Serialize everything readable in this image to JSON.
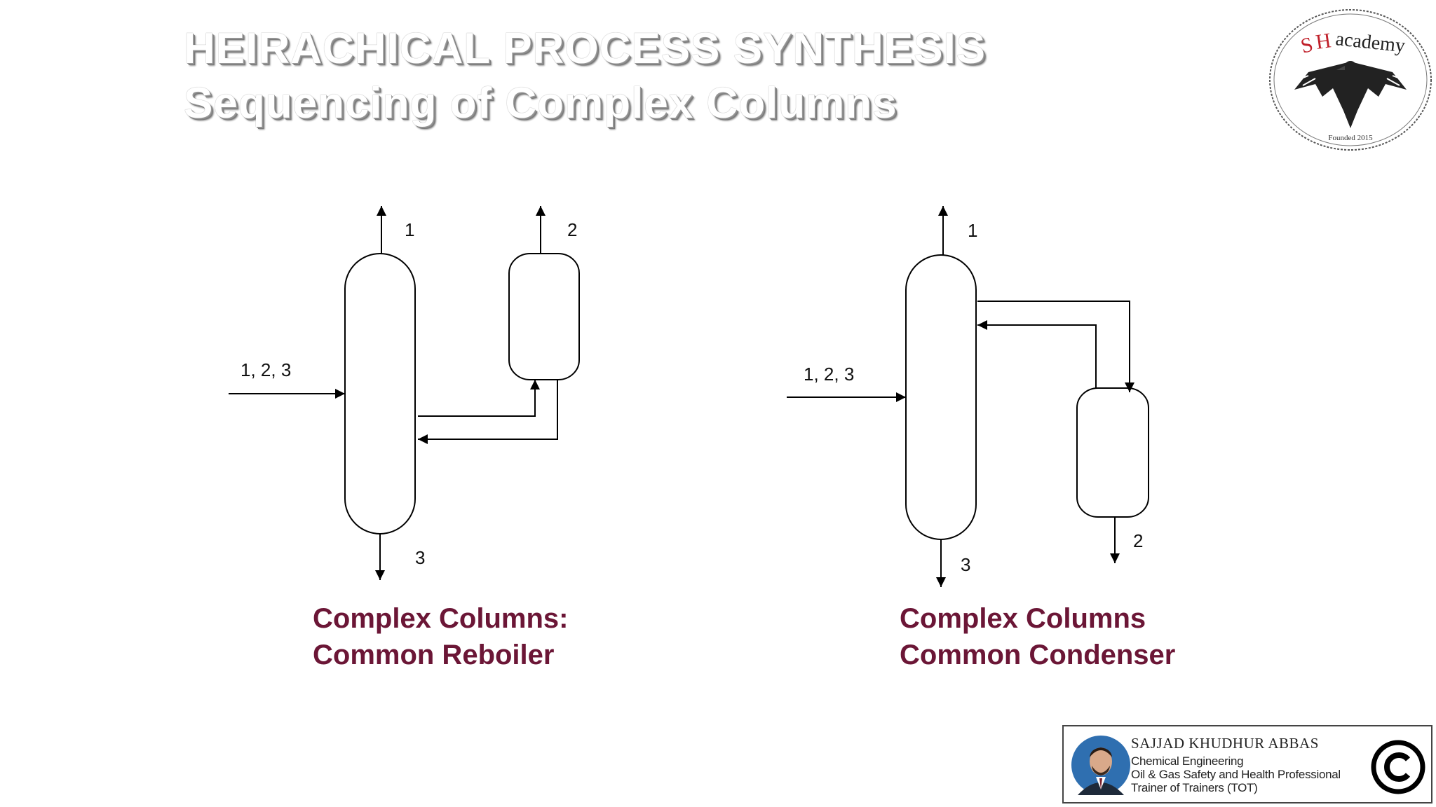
{
  "header": {
    "title_line1": "HEIRACHICAL PROCESS SYNTHESIS",
    "title_line2": "Sequencing of Complex Columns"
  },
  "logo": {
    "brand": "SHacademy",
    "founded": "Founded 2015"
  },
  "diagram_left": {
    "feed_label": "1, 2, 3",
    "top_product_label": "1",
    "side_product_label": "2",
    "bottom_product_label": "3",
    "caption_line1": "Complex Columns:",
    "caption_line2": "Common Reboiler"
  },
  "diagram_right": {
    "feed_label": "1, 2, 3",
    "top_product_label": "1",
    "side_product_label": "2",
    "bottom_product_label": "3",
    "caption_line1": "Complex Columns",
    "caption_line2": "Common Condenser"
  },
  "colors": {
    "caption": "#6b1636",
    "line": "#000000"
  },
  "author_card": {
    "name": "SAJJAD KHUDHUR ABBAS",
    "line1": "Chemical Engineering",
    "line2": "Oil & Gas Safety and Health Professional",
    "line3": "Trainer of Trainers (TOT)",
    "copyright_icon": "copyright-icon"
  }
}
